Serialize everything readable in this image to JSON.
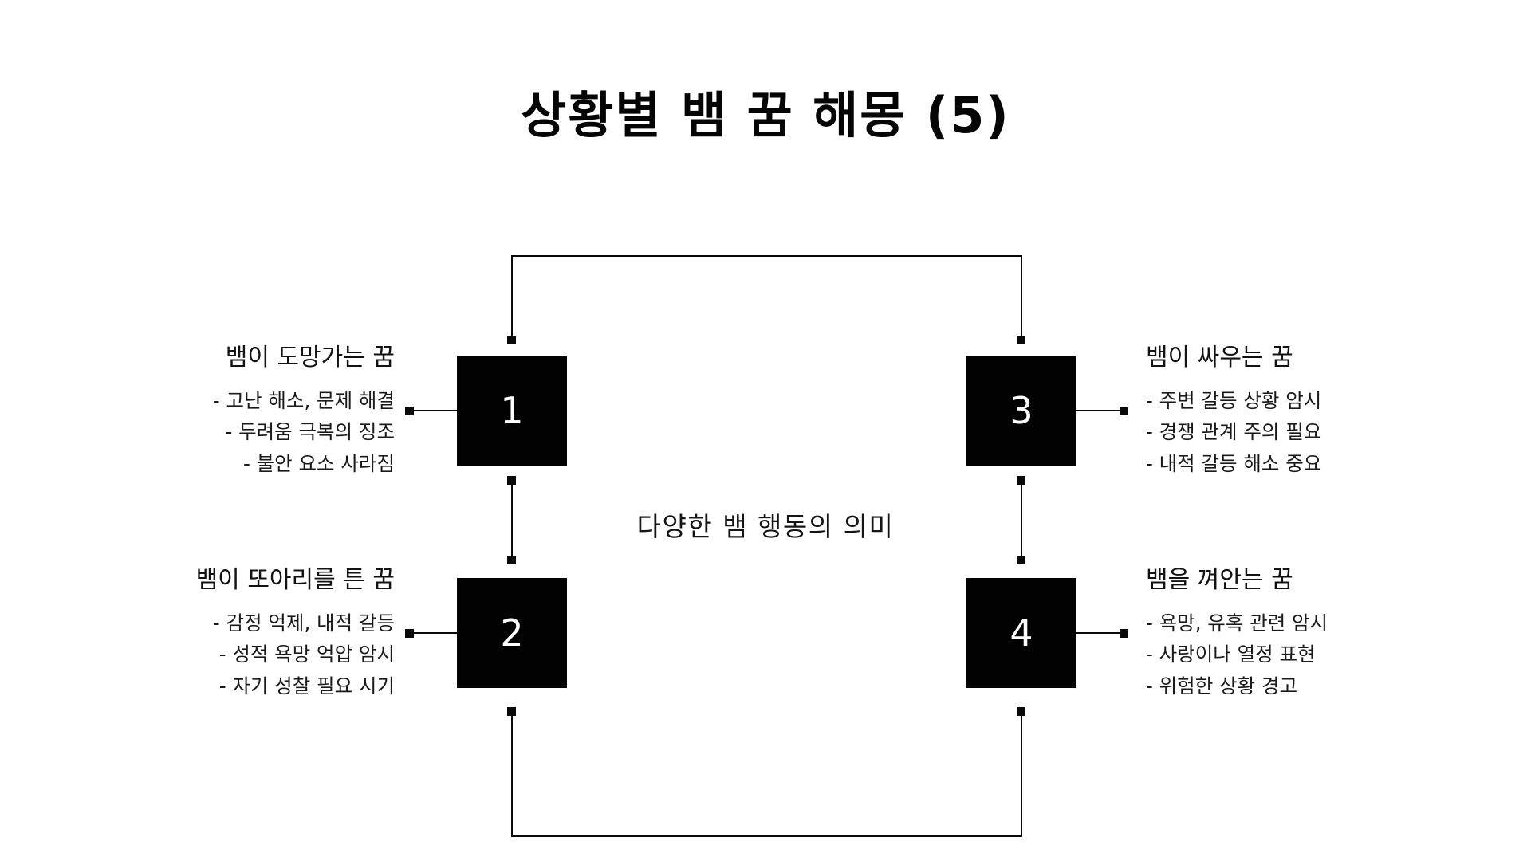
{
  "page": {
    "title": "상황별 뱀 꿈 해몽 (5)",
    "center_caption": "다양한 뱀 행동의 의미",
    "background_color": "#ffffff",
    "node_color": "#020202",
    "node_text_color": "#ffffff",
    "line_color": "#0a0a0a"
  },
  "nodes": [
    {
      "number": "1",
      "side": "left",
      "row": "top"
    },
    {
      "number": "2",
      "side": "left",
      "row": "bottom"
    },
    {
      "number": "3",
      "side": "right",
      "row": "top"
    },
    {
      "number": "4",
      "side": "right",
      "row": "bottom"
    }
  ],
  "blocks": [
    {
      "id": "block-1",
      "heading": "뱀이 도망가는 꿈",
      "bullets": [
        "- 고난 해소, 문제 해결",
        "- 두려움 극복의 징조",
        "- 불안 요소 사라짐"
      ]
    },
    {
      "id": "block-2",
      "heading": "뱀이 또아리를 튼 꿈",
      "bullets": [
        "- 감정 억제, 내적 갈등",
        "- 성적 욕망 억압 암시",
        "- 자기 성찰 필요 시기"
      ]
    },
    {
      "id": "block-3",
      "heading": "뱀이 싸우는 꿈",
      "bullets": [
        "- 주변 갈등 상황 암시",
        "- 경쟁 관계 주의 필요",
        "- 내적 갈등 해소 중요"
      ]
    },
    {
      "id": "block-4",
      "heading": "뱀을 껴안는 꿈",
      "bullets": [
        "- 욕망, 유혹 관련 암시",
        "- 사랑이나 열정 표현",
        "- 위험한 상황 경고"
      ]
    }
  ]
}
